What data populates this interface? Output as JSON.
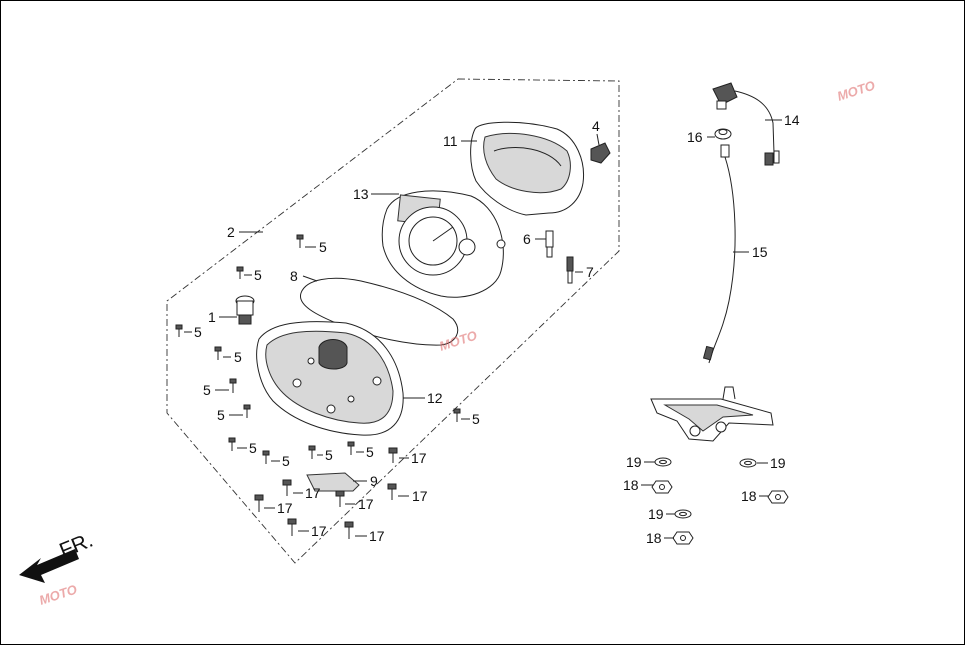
{
  "direction_label": "FR.",
  "callouts": {
    "c1": "1",
    "c2": "2",
    "c4": "4",
    "c6": "6",
    "c7": "7",
    "c8": "8",
    "c9": "9",
    "c11": "11",
    "c12": "12",
    "c13": "13",
    "c14": "14",
    "c15": "15",
    "c16": "16",
    "c18": "18",
    "c19": "19",
    "c5": "5",
    "c17": "17"
  },
  "watermark": "MOTO",
  "colors": {
    "line": "#222222",
    "watermark": "#dd6666"
  }
}
